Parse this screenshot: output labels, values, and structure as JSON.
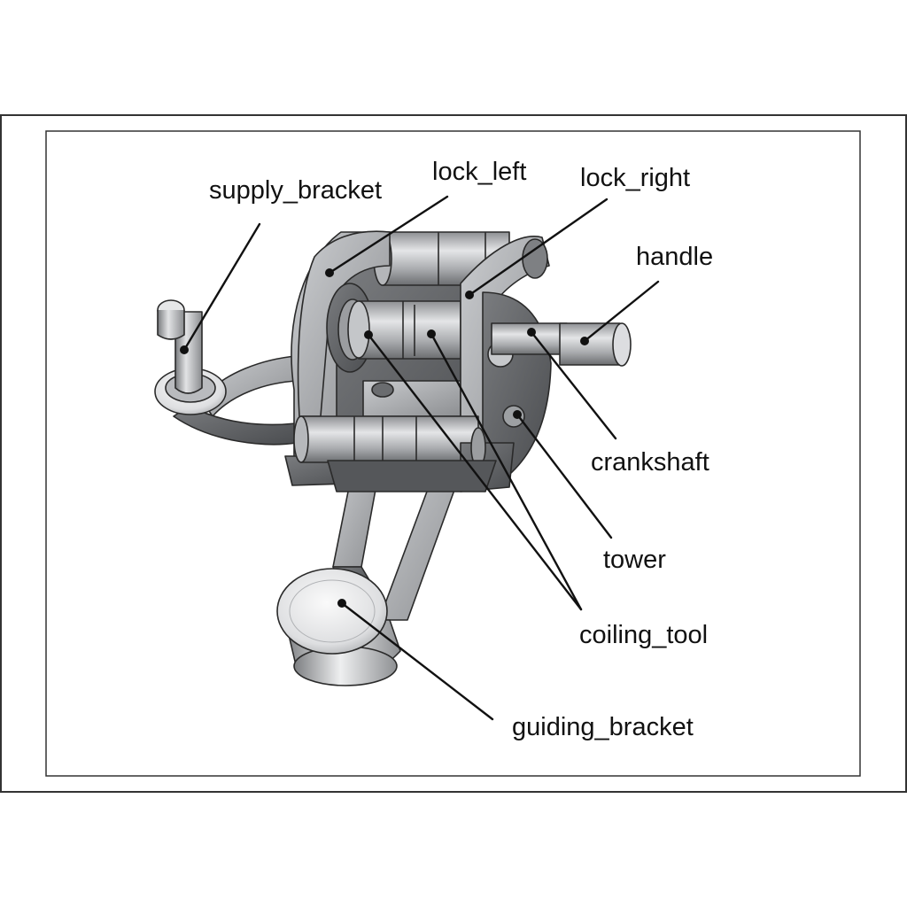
{
  "diagram": {
    "labels": {
      "supply_bracket": "supply_bracket",
      "lock_left": "lock_left",
      "lock_right": "lock_right",
      "handle": "handle",
      "crankshaft": "crankshaft",
      "tower": "tower",
      "coiling_tool": "coiling_tool",
      "guiding_bracket": "guiding_bracket"
    },
    "colors": {
      "frame_stroke": "#333333",
      "metal_light": "#d9dadc",
      "metal_mid": "#a7a9ac",
      "metal_dark": "#6d6f72",
      "outline": "#2a2a2a",
      "leader": "#111111"
    }
  }
}
